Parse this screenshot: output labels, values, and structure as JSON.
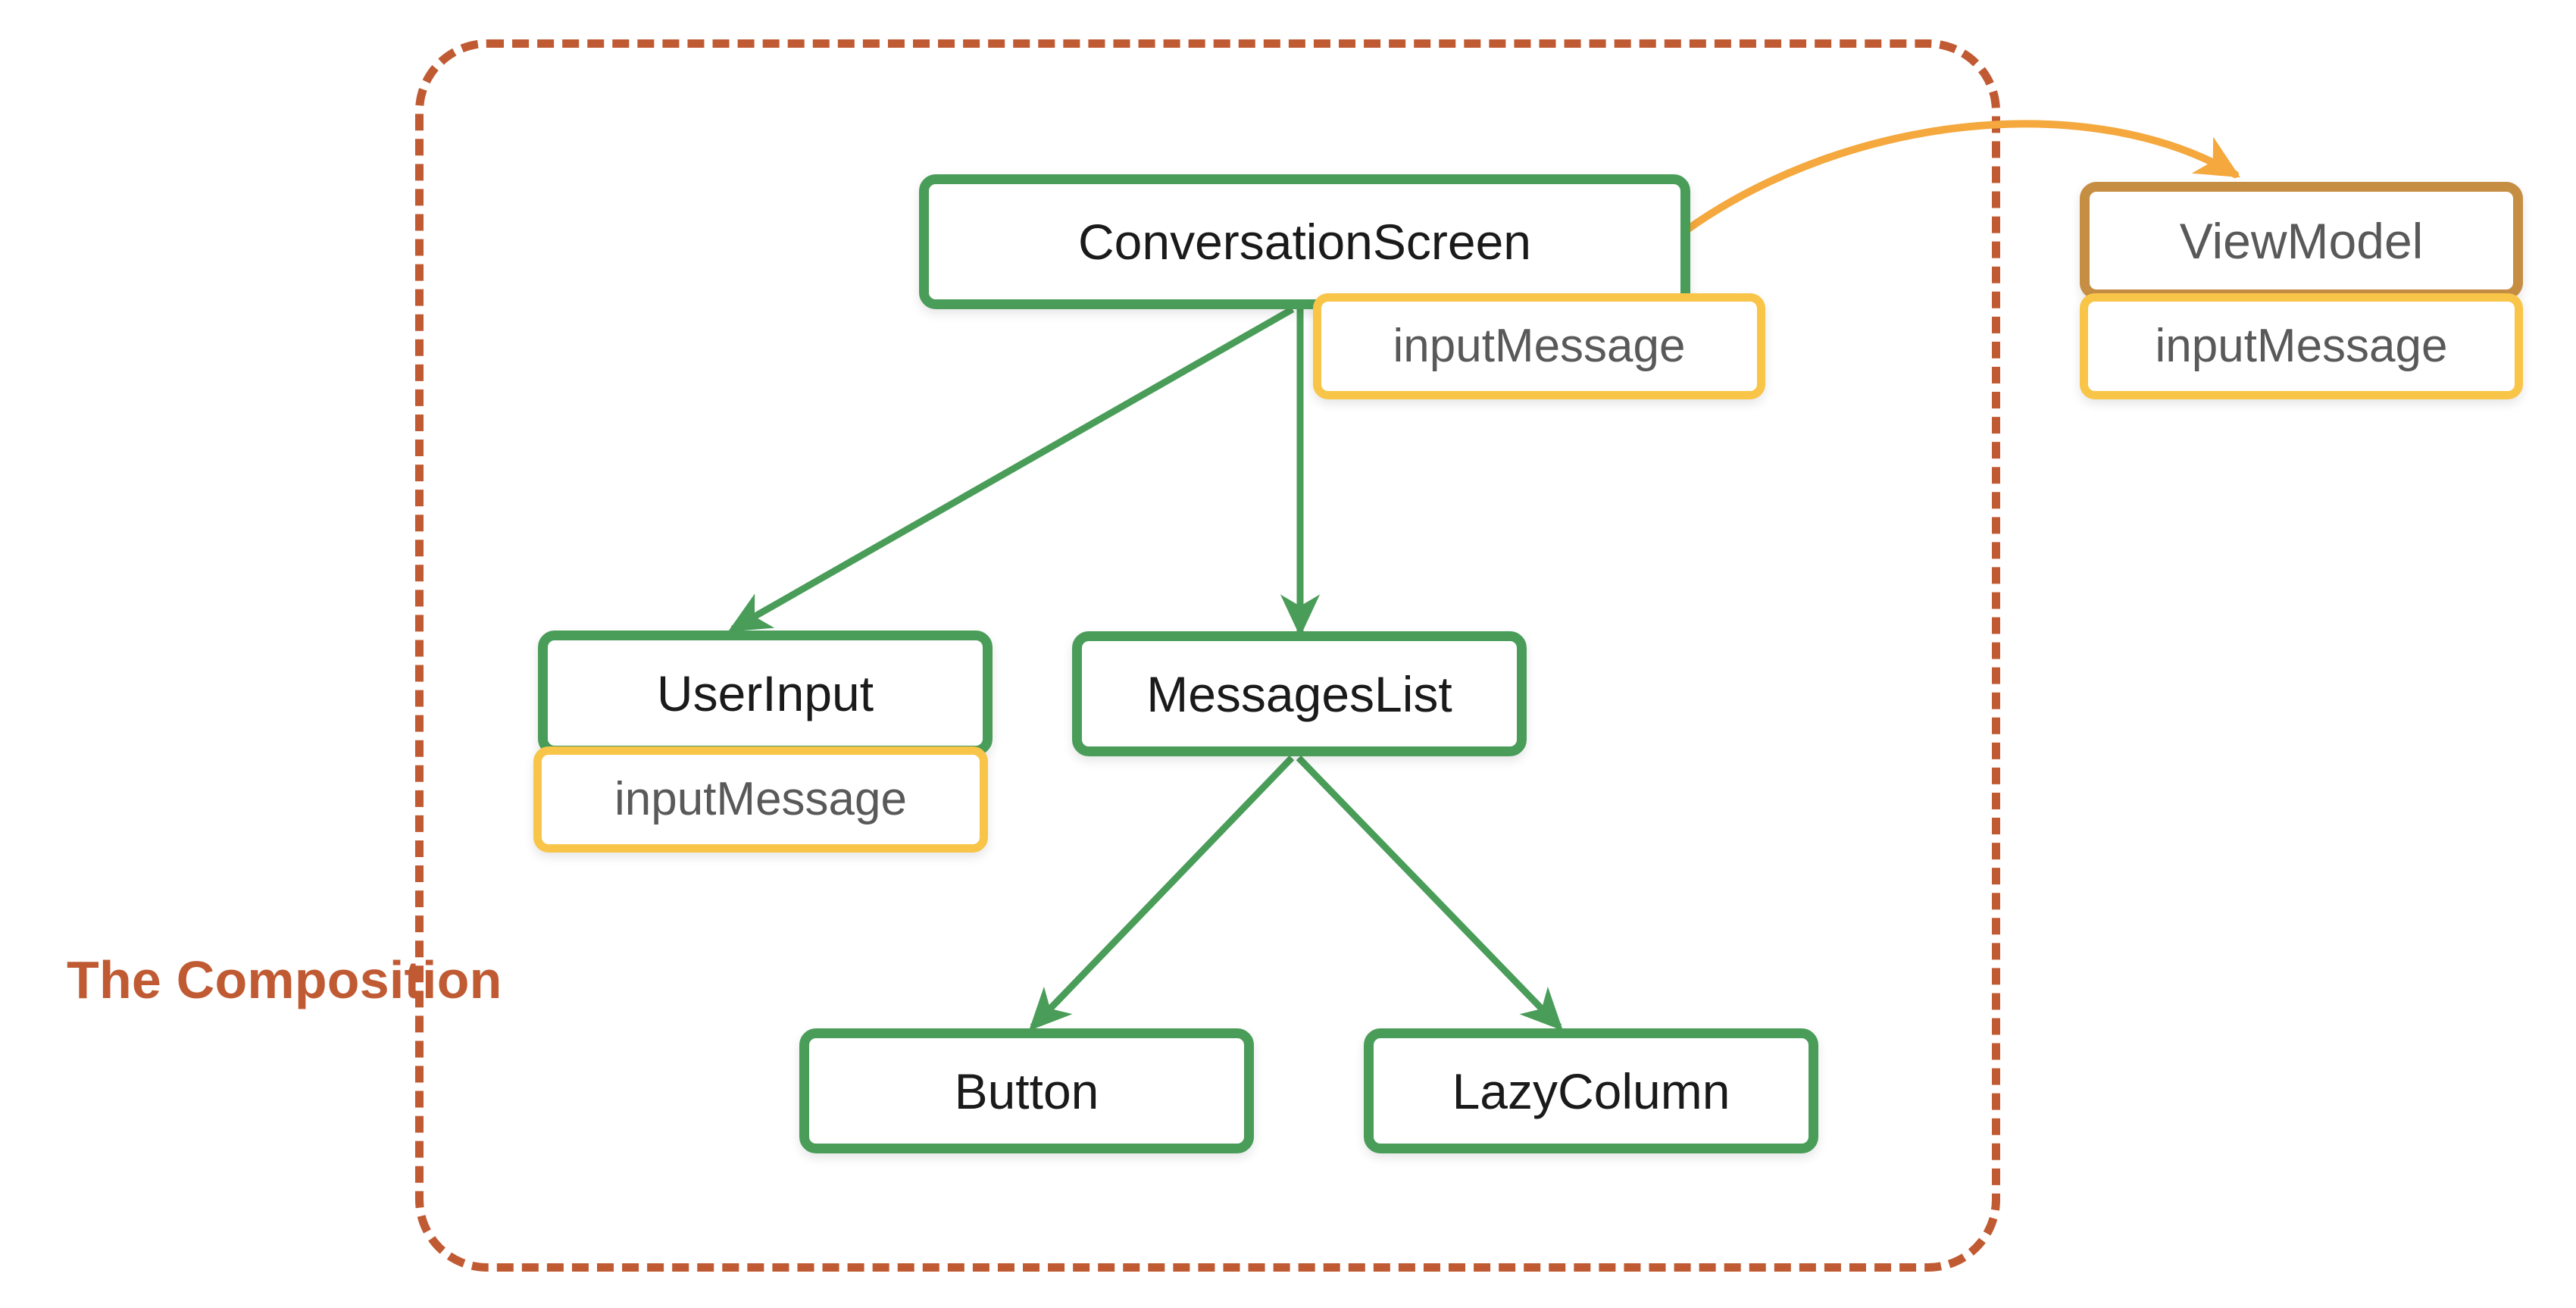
{
  "diagram": {
    "title_label": "The Composition",
    "boundary": {
      "name": "composition-boundary",
      "style": "dashed",
      "color": "#C05A33"
    },
    "colors": {
      "composable_border": "#4A9D59",
      "state_border": "#F8C548",
      "viewmodel_border": "#C68E43",
      "boundary_dashed": "#C05A33",
      "arrow_green": "#4A9D59",
      "arrow_orange": "#F4A83D",
      "node_background": "#FFFFFF",
      "composable_text": "#1A1A1A",
      "state_text": "#595959"
    },
    "nodes": [
      {
        "id": "conversation-screen",
        "label": "ConversationScreen",
        "kind": "composable",
        "inside_composition": true
      },
      {
        "id": "conversation-screen-state",
        "label": "inputMessage",
        "kind": "state",
        "inside_composition": true
      },
      {
        "id": "user-input",
        "label": "UserInput",
        "kind": "composable",
        "inside_composition": true
      },
      {
        "id": "user-input-state",
        "label": "inputMessage",
        "kind": "state",
        "inside_composition": true
      },
      {
        "id": "messages-list",
        "label": "MessagesList",
        "kind": "composable",
        "inside_composition": true
      },
      {
        "id": "button",
        "label": "Button",
        "kind": "composable",
        "inside_composition": true
      },
      {
        "id": "lazy-column",
        "label": "LazyColumn",
        "kind": "composable",
        "inside_composition": true
      },
      {
        "id": "view-model",
        "label": "ViewModel",
        "kind": "viewmodel",
        "inside_composition": false
      },
      {
        "id": "view-model-state",
        "label": "inputMessage",
        "kind": "state",
        "inside_composition": false
      }
    ],
    "edges": [
      {
        "id": "edge-conversation-to-userinput",
        "from": "conversation-screen",
        "to": "user-input",
        "color": "#4A9D59",
        "style": "solid"
      },
      {
        "id": "edge-conversation-to-messageslist",
        "from": "conversation-screen",
        "to": "messages-list",
        "color": "#4A9D59",
        "style": "solid"
      },
      {
        "id": "edge-messageslist-to-button",
        "from": "messages-list",
        "to": "button",
        "color": "#4A9D59",
        "style": "solid"
      },
      {
        "id": "edge-messageslist-to-lazycolumn",
        "from": "messages-list",
        "to": "lazy-column",
        "color": "#4A9D59",
        "style": "solid"
      },
      {
        "id": "edge-conversation-to-viewmodel",
        "from": "conversation-screen",
        "to": "view-model",
        "color": "#F4A83D",
        "style": "curved"
      }
    ]
  }
}
